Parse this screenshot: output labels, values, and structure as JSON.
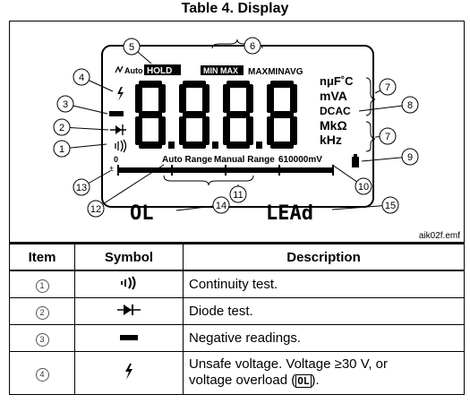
{
  "caption": "Table 4. Display",
  "figure": {
    "figure_ref": "aik02f.emf",
    "lcd": {
      "auto_mode": "Auto",
      "hold": "HOLD",
      "min_max": "MIN MAX",
      "maxminavg": "MAXMINAVG",
      "digits": "8.8.8.8",
      "units_row1": "nμF˚C",
      "units_row2": "mVA",
      "units_row3": "DCAC",
      "units_row4": "MkΩ",
      "units_row5": "kHz",
      "bargraph_zero": "0",
      "bargraph_sign": "±",
      "auto_range": "Auto Range",
      "manual_range": "Manual Range",
      "range_value": "610000mV",
      "ol_text": "OL",
      "lead_text": "LEAd"
    },
    "callouts": [
      "1",
      "2",
      "3",
      "4",
      "5",
      "6",
      "7",
      "8",
      "7",
      "9",
      "10",
      "11",
      "12",
      "13",
      "14",
      "15"
    ]
  },
  "table": {
    "headers": {
      "item": "Item",
      "symbol": "Symbol",
      "description": "Description"
    },
    "rows": [
      {
        "item": "1",
        "symbol": "continuity-icon",
        "description": "Continuity test."
      },
      {
        "item": "2",
        "symbol": "diode-icon",
        "description": "Diode test."
      },
      {
        "item": "3",
        "symbol": "negative-bar-icon",
        "description": "Negative readings."
      },
      {
        "item": "4",
        "symbol": "lightning-icon",
        "description_line1": "Unsafe voltage. Voltage ≥30 V, or",
        "description_line2_prefix": "voltage overload (",
        "description_line2_glyph": "OL",
        "description_line2_suffix": ")."
      }
    ]
  }
}
